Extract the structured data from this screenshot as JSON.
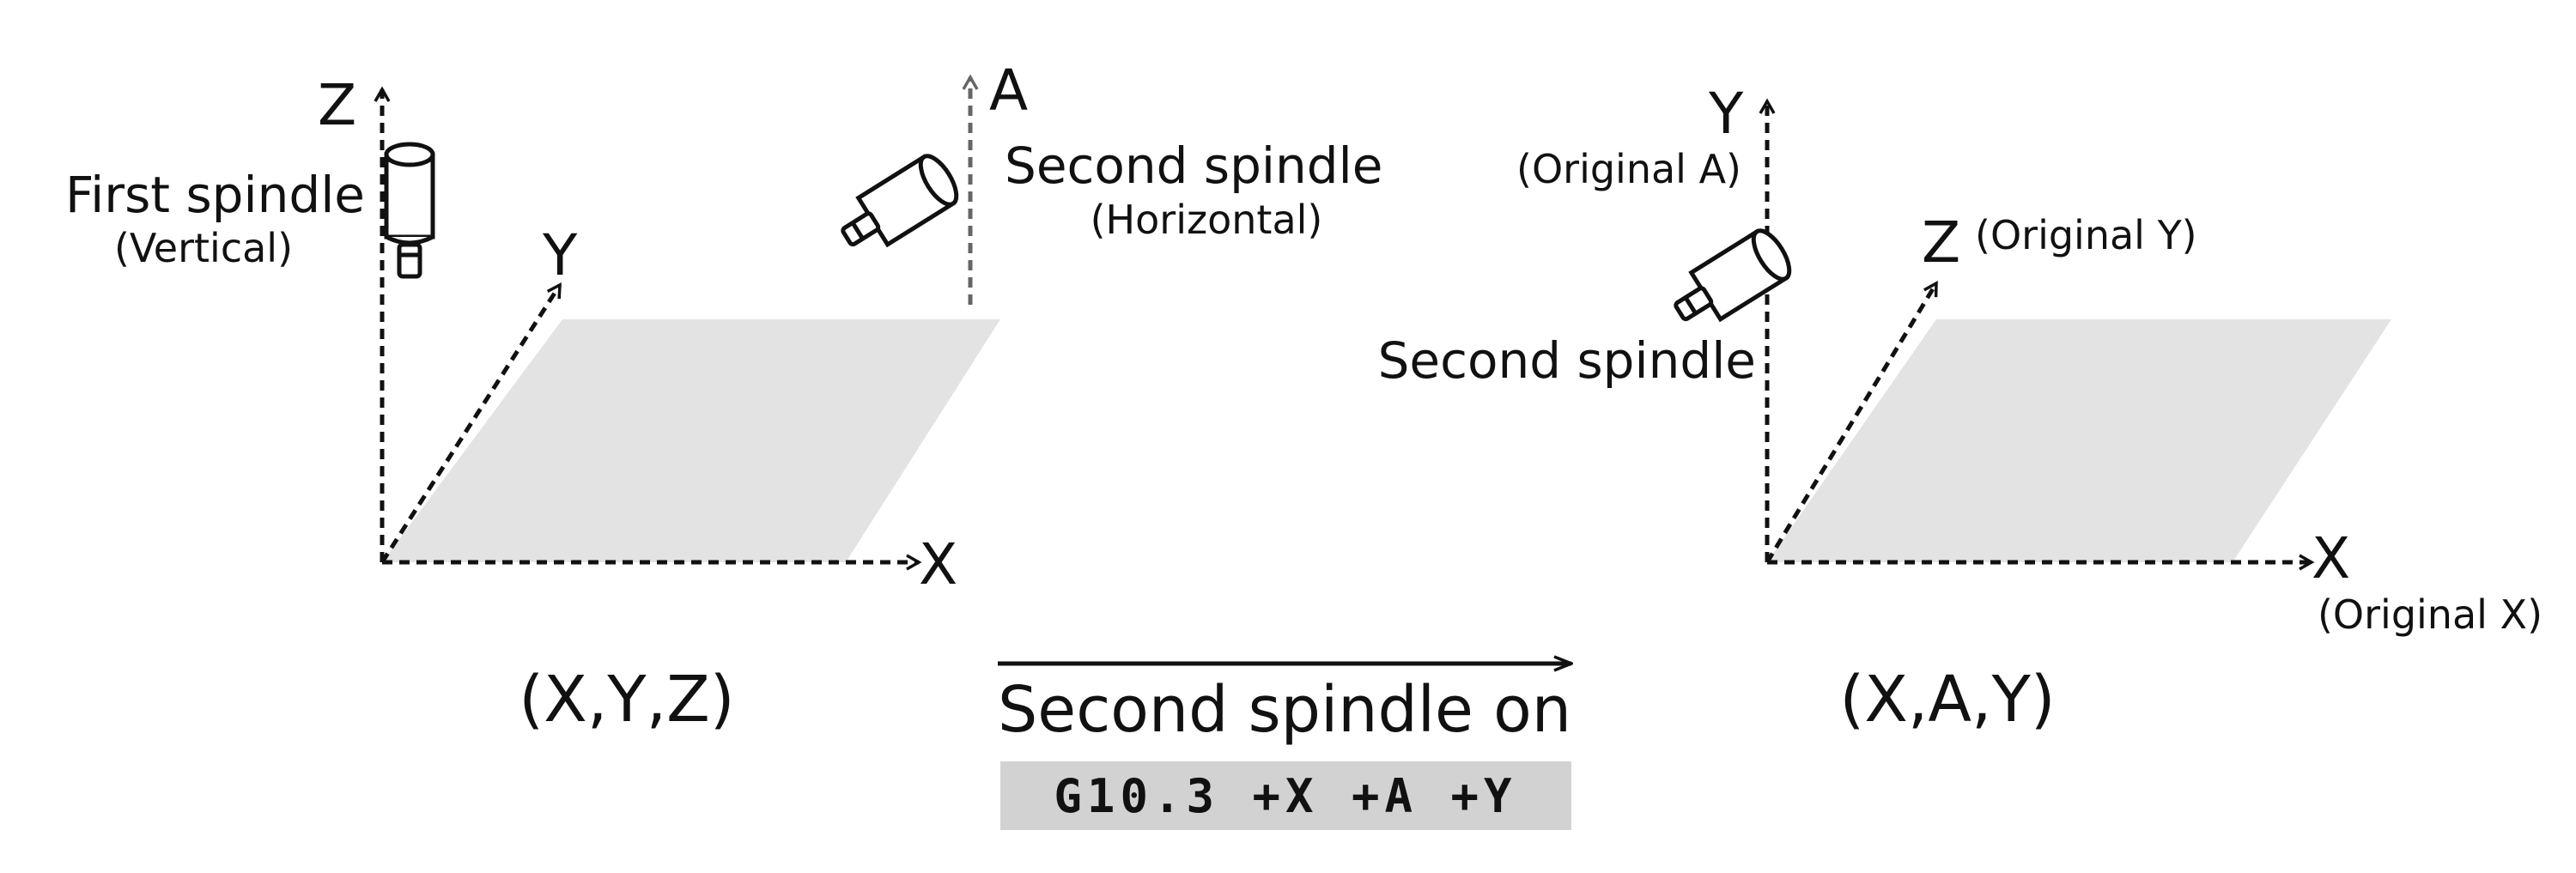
{
  "left": {
    "axis_z": "Z",
    "axis_y": "Y",
    "axis_x": "X",
    "axis_a": "A",
    "first_spindle": "First spindle",
    "first_spindle_note": "(Vertical)",
    "second_spindle": "Second spindle",
    "second_spindle_note": "(Horizontal)",
    "coords": "(X,Y,Z)"
  },
  "transition": {
    "label": "Second spindle on",
    "command": "G10.3 +X +A +Y"
  },
  "right": {
    "axis_y": "Y",
    "axis_y_note": "(Original A)",
    "axis_z": "Z",
    "axis_z_note": "(Original Y)",
    "axis_x": "X",
    "axis_x_note": "(Original X)",
    "second_spindle": "Second spindle",
    "coords": "(X,A,Y)"
  },
  "colors": {
    "plane": "#e3e3e3",
    "ink": "#111111",
    "a_axis": "#666666",
    "code_box": "#d2d2d2"
  }
}
